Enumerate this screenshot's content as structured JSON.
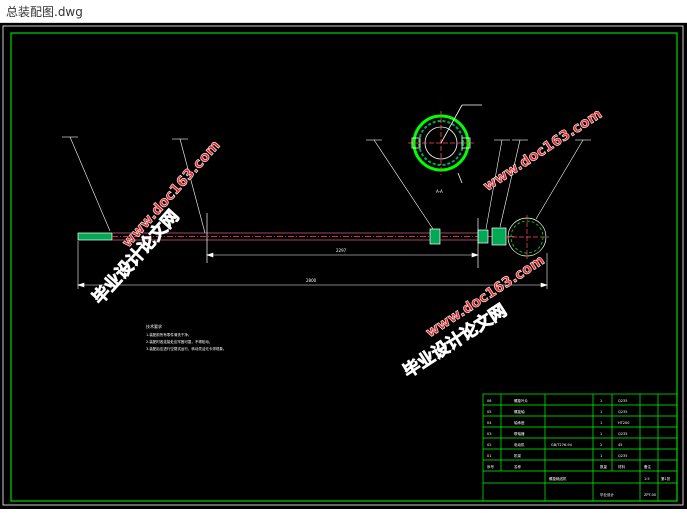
{
  "window": {
    "title": "总装配图.dwg"
  },
  "watermarks": [
    {
      "text": "毕业设计论文网"
    },
    {
      "text": "www.doc163.com"
    }
  ],
  "colors": {
    "background": "#000000",
    "line": "#ffffff",
    "border": "#00ff00",
    "watermark_fill": "#e8282a",
    "watermark_outline": "#ffffff"
  },
  "drawing": {
    "section_label": "A-A",
    "dimensions": {
      "total_length": "2800",
      "inner_length": "2297"
    },
    "notes_title": "技术要求",
    "notes": [
      "1.装配前所有零件清洗干净。",
      "2.装配时各连接处应牢固可靠，不得松动。",
      "3.装配后应进行空载试运行，转动灵活无卡滞现象。"
    ]
  },
  "title_block": {
    "parts": [
      {
        "no": "06",
        "name": "螺旋叶片",
        "qty": "1",
        "mat": "Q235"
      },
      {
        "no": "05",
        "name": "螺旋轴",
        "qty": "1",
        "mat": "Q235"
      },
      {
        "no": "04",
        "name": "轴承座",
        "qty": "1",
        "mat": "HT200"
      },
      {
        "no": "03",
        "name": "联轴器",
        "qty": "1",
        "mat": "Q235"
      },
      {
        "no": "02",
        "name": "电动机",
        "qty": "2",
        "mat": "45"
      },
      {
        "no": "01",
        "name": "机架",
        "qty": "1",
        "mat": "Q235"
      }
    ],
    "header": {
      "no": "序号",
      "name": "名称",
      "qty": "数量",
      "mat": "材料",
      "remark": "备注"
    },
    "standard": "GB/T276-94",
    "drawing_name": "螺旋输送机",
    "school": "毕业设计",
    "scale": "1:5",
    "sheet": "第1张",
    "drawing_no": "ZPT-00"
  }
}
